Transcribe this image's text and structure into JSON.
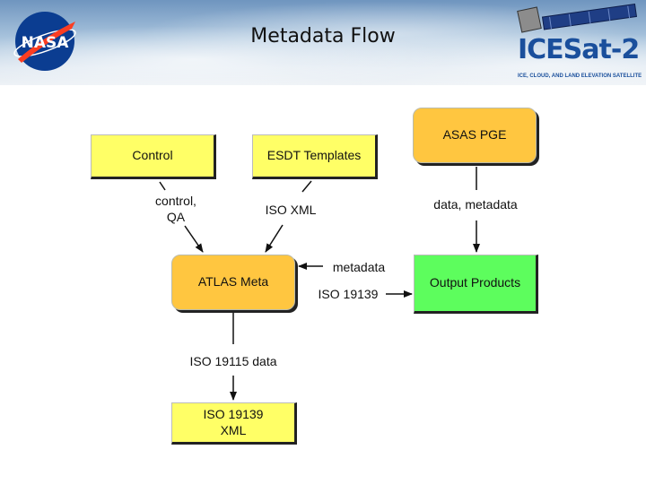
{
  "header": {
    "title": "Metadata Flow",
    "nasa_logo_text": "NASA",
    "icesat_logo_text": "ICESat-2",
    "icesat_tagline": "ICE, CLOUD, AND LAND ELEVATION SATELLITE"
  },
  "diagram": {
    "nodes": {
      "control": "Control",
      "esdt_templates": "ESDT Templates",
      "asas_pge": "ASAS PGE",
      "atlas_meta": "ATLAS Meta",
      "output_products": "Output Products",
      "iso_xml_line1": "ISO 19139",
      "iso_xml_line2": "XML"
    },
    "edges": {
      "control_to_meta_line1": "control,",
      "control_to_meta_line2": "QA",
      "esdt_to_meta": "ISO XML",
      "pge_to_output": "data, metadata",
      "output_to_meta": "metadata",
      "meta_to_output": "ISO 19139",
      "meta_to_xml": "ISO 19115 data"
    },
    "colors": {
      "yellow": "#ffff66",
      "orange": "#ffc640",
      "green": "#5dfd5d"
    }
  }
}
